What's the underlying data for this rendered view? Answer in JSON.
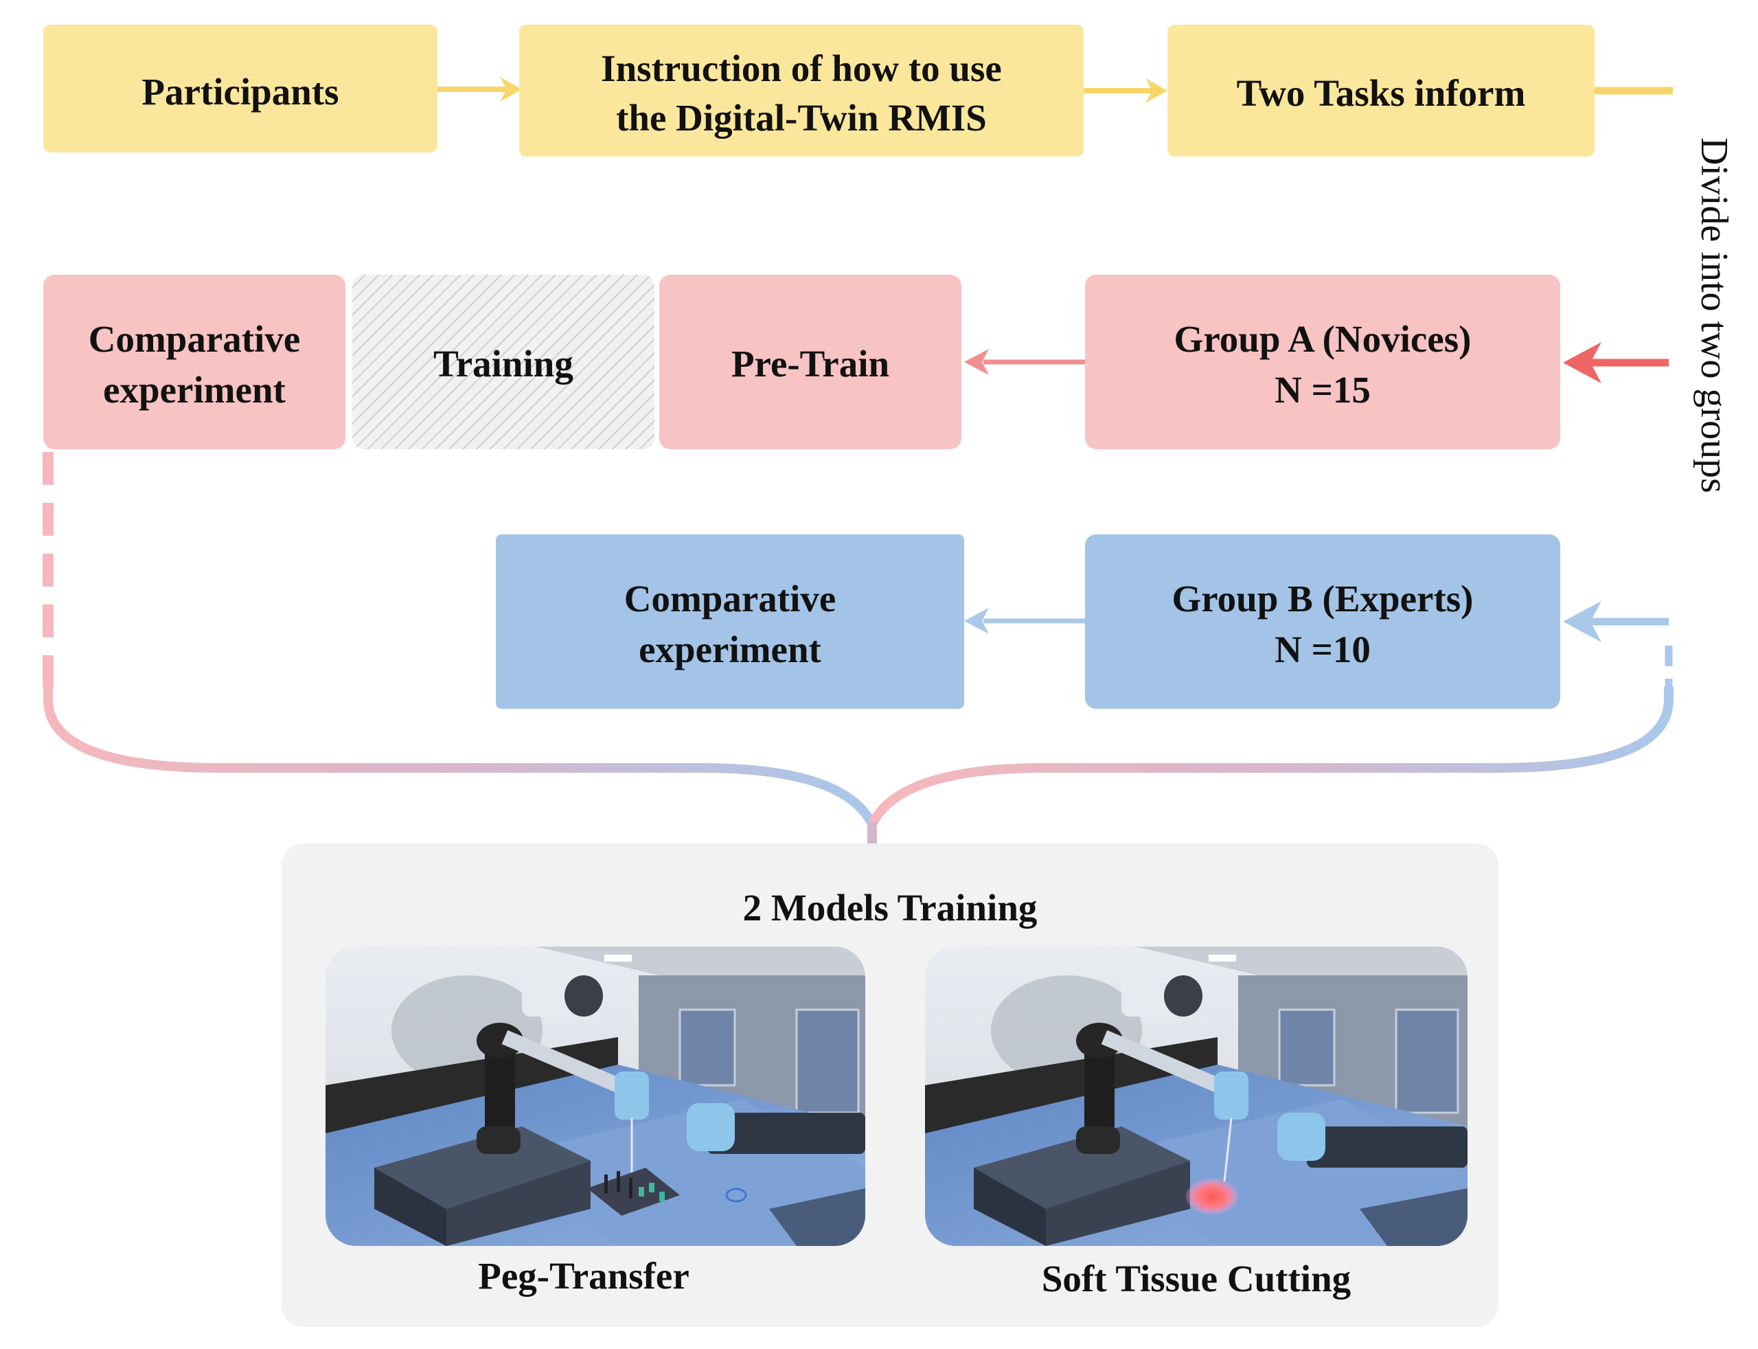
{
  "colors": {
    "yellow_box": "#fbe79c",
    "yellow_arrow": "#f8d56a",
    "pink_box": "#f8c3c3",
    "pink_arrow": "#f08f8f",
    "red_arrow": "#ee6565",
    "blue_box": "#a3c4e6",
    "blue_arrow": "#a9c8ea",
    "hatch_box": "#ececec",
    "panel": "#f2f2f2"
  },
  "top_row": {
    "participants": "Participants",
    "instruction_line1": "Instruction of how to use",
    "instruction_line2": "the Digital-Twin RMIS",
    "two_tasks": "Two Tasks inform"
  },
  "side_label": "Divide into two groups",
  "group_a": {
    "title": "Group A (Novices)",
    "count": "N =15",
    "pre_train": "Pre-Train",
    "training": "Training",
    "comparative_line1": "Comparative",
    "comparative_line2": "experiment"
  },
  "group_b": {
    "title": "Group B (Experts)",
    "count": "N =10",
    "comparative_line1": "Comparative",
    "comparative_line2": "experiment"
  },
  "models": {
    "title": "2 Models Training",
    "peg_caption": "Peg-Transfer",
    "tissue_caption": "Soft Tissue Cutting"
  }
}
